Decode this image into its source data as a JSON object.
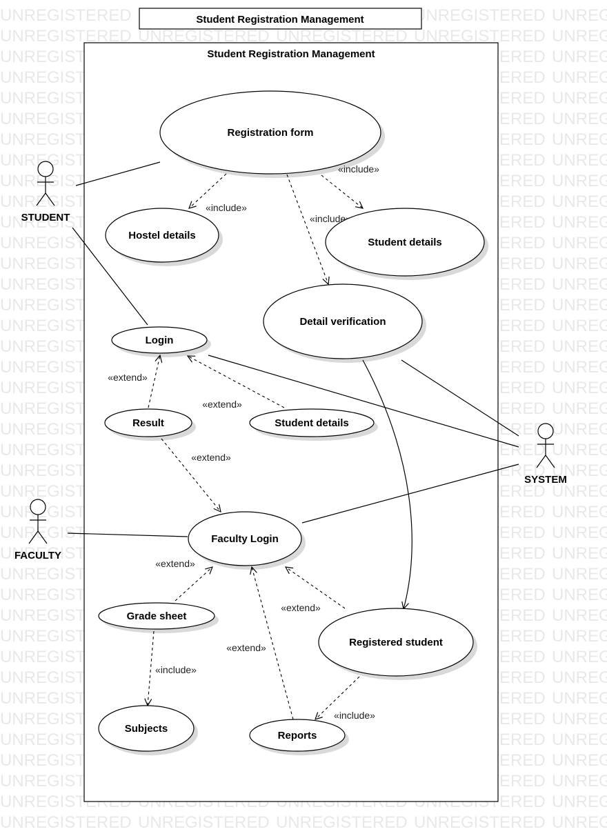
{
  "watermark": "UNREGISTERED",
  "frame": {
    "title": "Student Registration Management"
  },
  "system_boundary": {
    "title": "Student Registration Management"
  },
  "actors": {
    "student": "STUDENT",
    "system": "SYSTEM",
    "faculty": "FACULTY"
  },
  "use_cases": {
    "registration_form": "Registration form",
    "hostel_details": "Hostel details",
    "student_details": "Student details",
    "detail_verification": "Detail verification",
    "login": "Login",
    "result": "Result",
    "student_details_2": "Student details",
    "faculty_login": "Faculty Login",
    "grade_sheet": "Grade sheet",
    "registered_student": "Registered student",
    "subjects": "Subjects",
    "reports": "Reports"
  },
  "stereotypes": {
    "include": "«include»",
    "extend": "«extend»"
  }
}
